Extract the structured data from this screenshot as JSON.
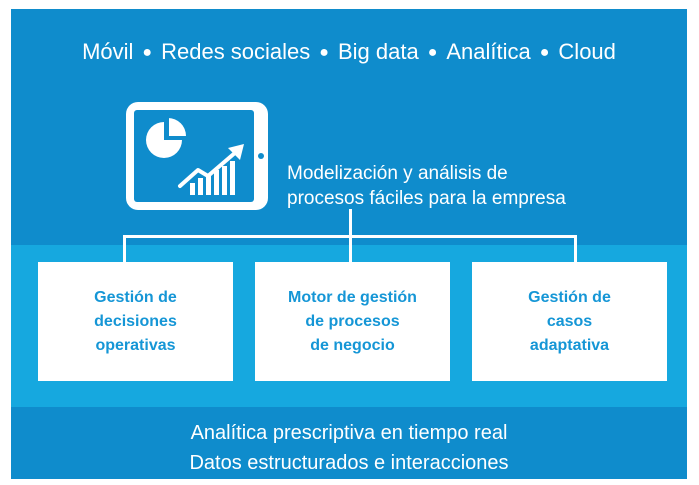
{
  "colors": {
    "top_band": "#0f8ccc",
    "middle_band": "#16a8df",
    "bottom_band": "#0f8ccc",
    "box_text": "#1596d6",
    "white": "#ffffff"
  },
  "tagline": [
    "Móvil",
    "Redes sociales",
    "Big data",
    "Analítica",
    "Cloud"
  ],
  "tablet": {
    "icon": "tablet-with-pie-chart-and-rising-bar-chart-icon",
    "caption_lines": [
      "Modelización y análisis de",
      "procesos fáciles para la empresa"
    ]
  },
  "boxes": [
    {
      "lines": [
        "Gestión de",
        "decisiones",
        "operativas"
      ]
    },
    {
      "lines": [
        "Motor de gestión",
        "de procesos",
        "de negocio"
      ]
    },
    {
      "lines": [
        "Gestión de",
        "casos",
        "adaptativa"
      ]
    }
  ],
  "bottom": {
    "line1": "Analítica prescriptiva en tiempo real",
    "line2": "Datos estructurados e interacciones"
  }
}
